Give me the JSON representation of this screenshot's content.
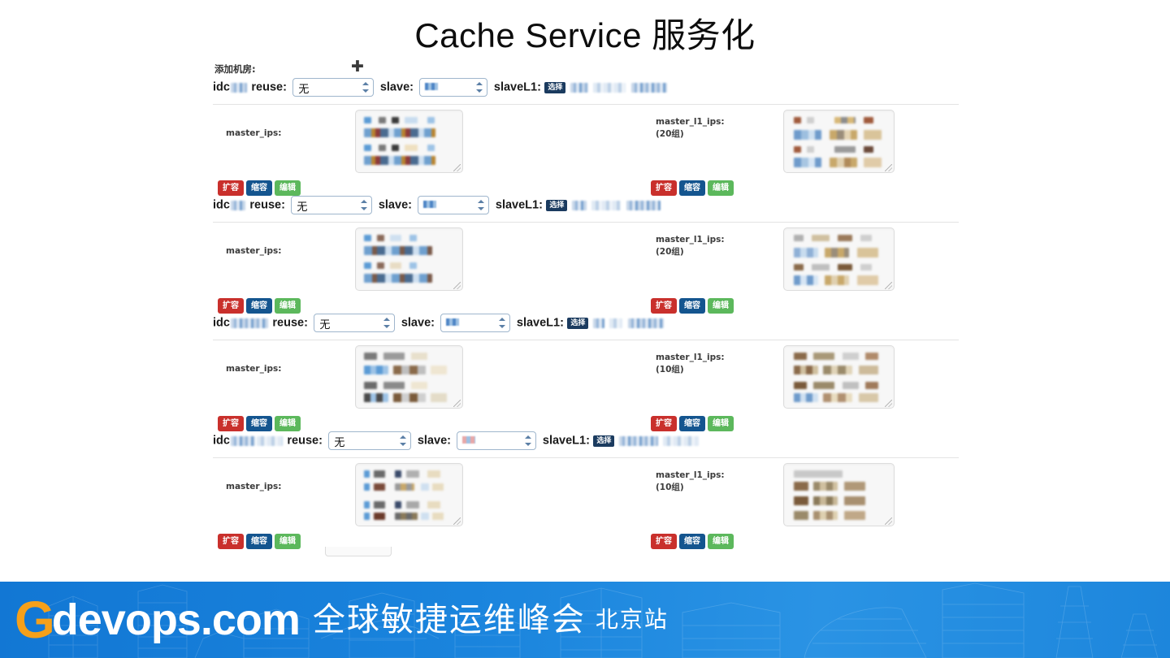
{
  "slide": {
    "title": "Cache Service 服务化"
  },
  "panel": {
    "add_idc_label": "添加机房:",
    "add_icon": "plus-icon",
    "labels": {
      "idc": "idc",
      "reuse": "reuse:",
      "slave": "slave:",
      "slave_l1": "slaveL1:",
      "master_ips": "master_ips:",
      "master_l1_ips": "master_l1_ips:"
    },
    "select_value": "无",
    "select_button_label": "选择",
    "buttons": {
      "expand": "扩容",
      "shrink": "缩容",
      "edit": "编辑"
    },
    "colors": {
      "expand": "#c9302c",
      "shrink": "#14558f",
      "edit": "#5cb85c",
      "select_button": "#1b3b5f",
      "divider": "#e3e3e3"
    },
    "rows": [
      {
        "group_count": "(20组)"
      },
      {
        "group_count": "(20组)"
      },
      {
        "group_count": "(10组)"
      },
      {
        "group_count": "(10组)"
      }
    ]
  },
  "footer": {
    "g": "G",
    "wordmark": "devops.com",
    "cn_main": "全球敏捷运维峰会",
    "cn_sub": "北京站",
    "accent": "#f5a01a",
    "background": "#1a84dd"
  }
}
